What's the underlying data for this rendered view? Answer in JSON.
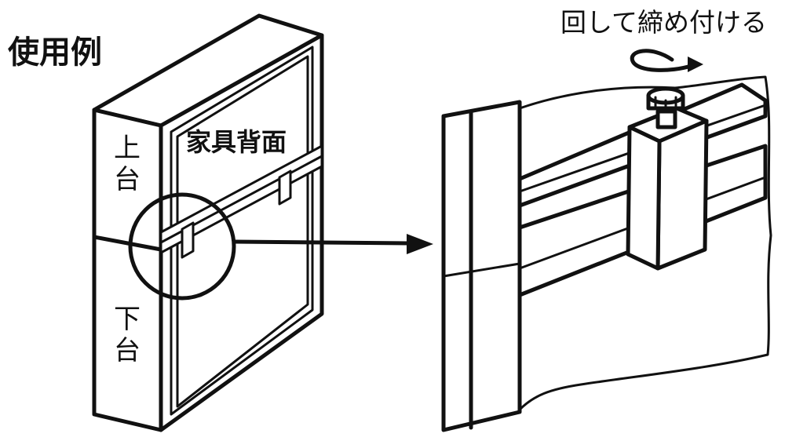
{
  "figure": {
    "title": "使用例",
    "upper_unit": [
      "上",
      "台"
    ],
    "lower_unit": [
      "下",
      "台"
    ],
    "panel_label": "家具背面",
    "instruction": "回して締め付ける"
  }
}
